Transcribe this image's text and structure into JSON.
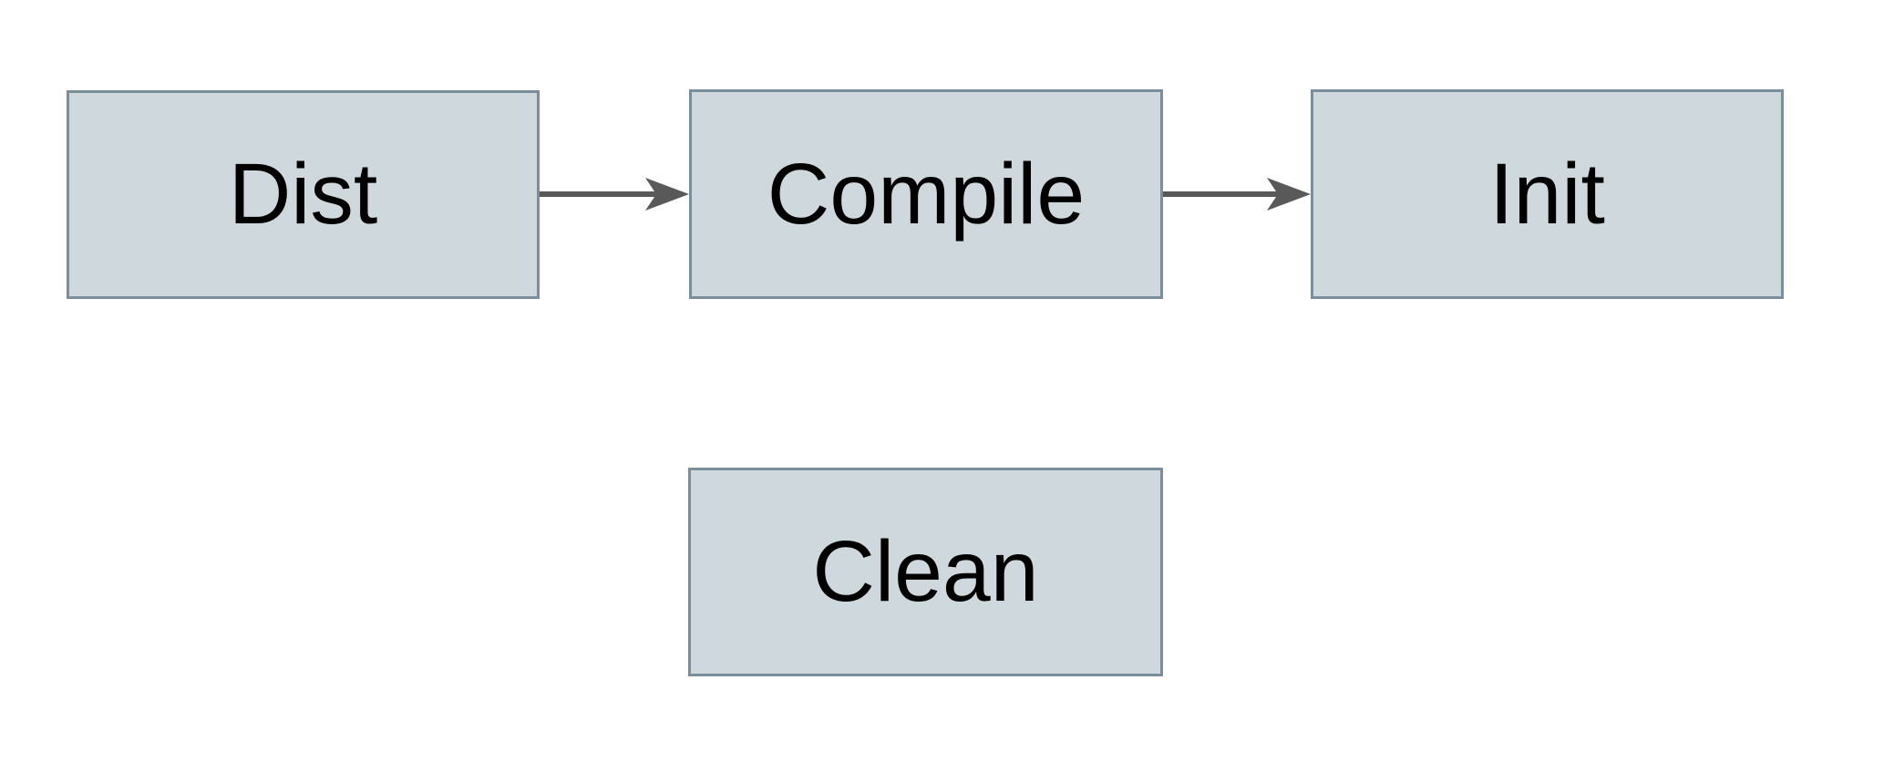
{
  "diagram": {
    "title": "build-targets-flow",
    "nodes": [
      {
        "id": "dist",
        "label": "Dist"
      },
      {
        "id": "compile",
        "label": "Compile"
      },
      {
        "id": "init",
        "label": "Init"
      },
      {
        "id": "clean",
        "label": "Clean"
      }
    ],
    "edges": [
      {
        "from": "Dist",
        "to": "Compile",
        "style": "solid-arrow-right"
      },
      {
        "from": "Compile",
        "to": "Init",
        "style": "solid-arrow-right"
      }
    ],
    "colors": {
      "background": "#ffffff",
      "node_fill": "#cfd8dc",
      "node_border": "#7a8e9b",
      "arrow": "#595959",
      "label_text": "#000000"
    }
  }
}
